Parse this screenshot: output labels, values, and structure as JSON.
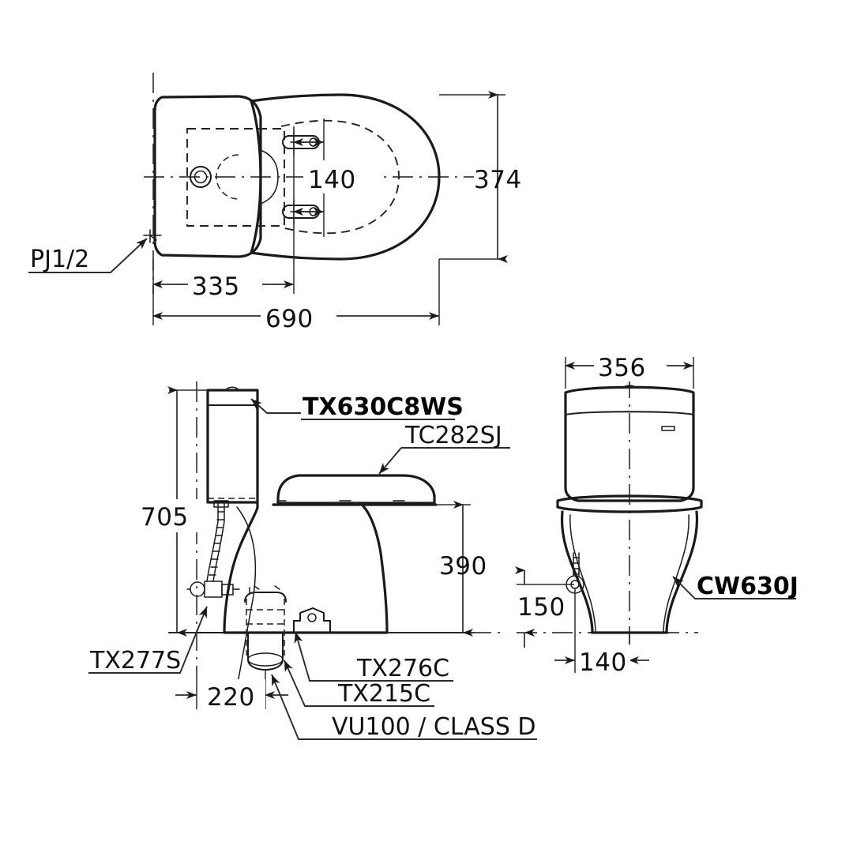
{
  "drawing": {
    "kind": "toilet-installation-dimension-drawing",
    "units": "mm",
    "views": [
      {
        "id": "top",
        "name": "top-view"
      },
      {
        "id": "side",
        "name": "side-elevation-view"
      },
      {
        "id": "front",
        "name": "front-elevation-view"
      }
    ]
  },
  "top_view": {
    "dimensions": {
      "overall_depth": "374",
      "tank_to_bolt": "335",
      "overall_length": "690",
      "hinge_spacing": "140"
    },
    "labels": {
      "water_supply": "PJ1/2"
    }
  },
  "side_view": {
    "dimensions": {
      "overall_height": "705",
      "seat_height": "390",
      "drain_offset": "220"
    },
    "labels": {
      "tank": "TX630C8WS",
      "seat": "TC282SJ",
      "supply_hose": "TX277S",
      "flange_bracket": "TX276C",
      "closet_flange": "TX215C",
      "drain_pipe": "VU100 / CLASS D"
    }
  },
  "front_view": {
    "dimensions": {
      "tank_width": "356",
      "supply_height": "150",
      "supply_offset": "140"
    },
    "labels": {
      "bowl": "CW630J"
    }
  },
  "colors": {
    "line": "#1a1a1a",
    "dimension": "#2b2b2b",
    "background": "#ffffff"
  }
}
